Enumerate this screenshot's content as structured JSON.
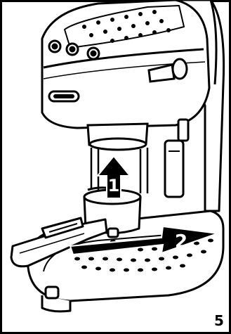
{
  "illustration": {
    "subject": "espresso-machine-filter-holder-removal",
    "colors": {
      "ink": "#000000",
      "paper": "#ffffff",
      "arrow": "#000000"
    }
  },
  "arrows": [
    {
      "label": "1",
      "direction": "up"
    },
    {
      "label": "2",
      "direction": "right"
    }
  ],
  "page": {
    "number": "5"
  }
}
